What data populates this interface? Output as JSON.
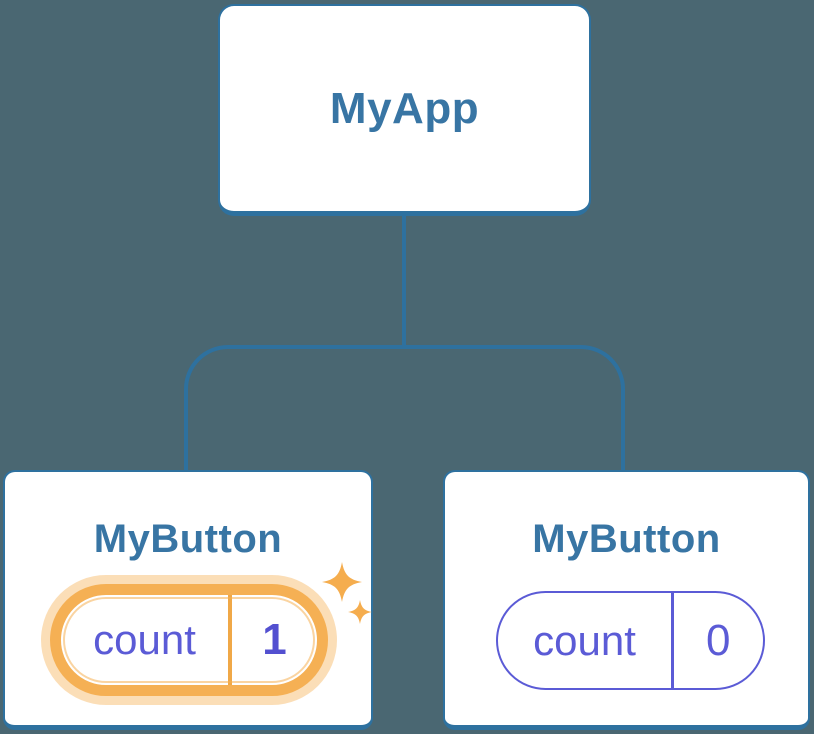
{
  "diagram": {
    "title_hint": "React component tree with per-component state",
    "root": {
      "label": "MyApp"
    },
    "children": [
      {
        "label": "MyButton",
        "state": {
          "key": "count",
          "value": "1"
        },
        "highlighted": true,
        "decoration": "sparkles-icon"
      },
      {
        "label": "MyButton",
        "state": {
          "key": "count",
          "value": "0"
        },
        "highlighted": false
      }
    ]
  },
  "colors": {
    "background": "#4a6772",
    "node_fill": "#ffffff",
    "node_border_blue": "#2e719f",
    "node_title_blue": "#3875a4",
    "state_indigo": "#5b5bd6",
    "state_value_bold_indigo": "#5350d0",
    "highlight_orange": "#f5b054",
    "highlight_glow": "rgba(245,176,84,0.42)",
    "sparkle_orange": "#f5ad4e"
  }
}
